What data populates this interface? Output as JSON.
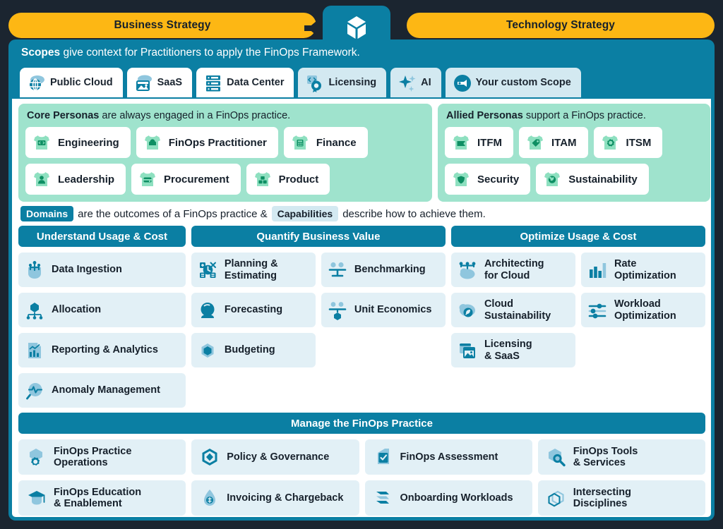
{
  "colors": {
    "background": "#1b2530",
    "accent_gold": "#FDB714",
    "accent_teal": "#0b7fa3",
    "persona_green": "#9fe3cd",
    "capability_blue": "#e2f0f6",
    "tab_inactive": "#d3e9f1",
    "text_dark": "#16202b"
  },
  "header": {
    "left_banner": "Business Strategy",
    "right_banner": "Technology Strategy",
    "center_logo_name": "finops-cube-logo"
  },
  "scopes": {
    "caption_bold": "Scopes",
    "caption_rest": " give context for Practitioners to apply the FinOps Framework.",
    "tabs": [
      {
        "label": "Public Cloud",
        "icon": "cloud-globe-icon",
        "state": "active"
      },
      {
        "label": "SaaS",
        "icon": "cloud-image-icon",
        "state": "active"
      },
      {
        "label": "Data Center",
        "icon": "server-rack-icon",
        "state": "active"
      },
      {
        "label": "Licensing",
        "icon": "code-badge-icon",
        "state": "inactive"
      },
      {
        "label": "AI",
        "icon": "sparkle-icon",
        "state": "inactive"
      },
      {
        "label": "Your custom Scope",
        "icon": "custom-scope-icon",
        "state": "inactive"
      }
    ]
  },
  "personas": {
    "core": {
      "caption_bold": "Core Personas",
      "caption_rest": " are always engaged in a FinOps practice.",
      "items": [
        {
          "label": "Engineering",
          "icon": "tshirt-code-icon"
        },
        {
          "label": "FinOps Practitioner",
          "icon": "tshirt-finops-icon"
        },
        {
          "label": "Finance",
          "icon": "tshirt-calculator-icon"
        },
        {
          "label": "Leadership",
          "icon": "tshirt-person-icon"
        },
        {
          "label": "Procurement",
          "icon": "tshirt-wallet-icon"
        },
        {
          "label": "Product",
          "icon": "tshirt-blocks-icon"
        }
      ]
    },
    "allied": {
      "caption_bold": "Allied Personas",
      "caption_rest": " support a FinOps practice.",
      "items": [
        {
          "label": "ITFM",
          "icon": "tshirt-money-icon"
        },
        {
          "label": "ITAM",
          "icon": "tshirt-tag-icon"
        },
        {
          "label": "ITSM",
          "icon": "tshirt-gear-icon"
        },
        {
          "label": "Security",
          "icon": "tshirt-shield-icon"
        },
        {
          "label": "Sustainability",
          "icon": "tshirt-leaf-icon"
        }
      ]
    }
  },
  "domains_caption": {
    "badge_domains": "Domains",
    "text_mid": "are the outcomes of a FinOps practice &",
    "badge_capabilities": "Capabilities",
    "text_end": "describe how to achieve them."
  },
  "domains": [
    {
      "title": "Understand Usage & Cost",
      "capabilities": [
        {
          "label": "Data Ingestion",
          "icon": "data-ingestion-icon"
        },
        {
          "label": "Allocation",
          "icon": "allocation-icon"
        },
        {
          "label": "Reporting & Analytics",
          "icon": "reporting-analytics-icon"
        },
        {
          "label": "Anomaly Management",
          "icon": "anomaly-management-icon"
        }
      ]
    },
    {
      "title": "Quantify Business Value",
      "columns": [
        [
          {
            "label": "Planning &\nEstimating",
            "icon": "planning-estimating-icon"
          },
          {
            "label": "Forecasting",
            "icon": "forecasting-icon"
          },
          {
            "label": "Budgeting",
            "icon": "budgeting-icon"
          }
        ],
        [
          {
            "label": "Benchmarking",
            "icon": "benchmarking-icon"
          },
          {
            "label": "Unit Economics",
            "icon": "unit-economics-icon"
          }
        ]
      ]
    },
    {
      "title": "Optimize Usage & Cost",
      "columns": [
        [
          {
            "label": "Architecting\nfor Cloud",
            "icon": "architecting-cloud-icon"
          },
          {
            "label": "Cloud\nSustainability",
            "icon": "cloud-sustainability-icon"
          },
          {
            "label": "Licensing\n& SaaS",
            "icon": "licensing-saas-icon"
          }
        ],
        [
          {
            "label": "Rate\nOptimization",
            "icon": "rate-optimization-icon"
          },
          {
            "label": "Workload\nOptimization",
            "icon": "workload-optimization-icon"
          }
        ]
      ]
    }
  ],
  "manage": {
    "title": "Manage the FinOps Practice",
    "rows": [
      [
        {
          "label": "FinOps Practice\nOperations",
          "icon": "practice-operations-icon"
        },
        {
          "label": "Policy & Governance",
          "icon": "policy-governance-icon"
        },
        {
          "label": "FinOps Assessment",
          "icon": "assessment-icon"
        },
        {
          "label": "FinOps Tools\n& Services",
          "icon": "tools-services-icon"
        }
      ],
      [
        {
          "label": "FinOps Education\n& Enablement",
          "icon": "education-enablement-icon"
        },
        {
          "label": "Invoicing & Chargeback",
          "icon": "invoicing-chargeback-icon"
        },
        {
          "label": "Onboarding Workloads",
          "icon": "onboarding-workloads-icon"
        },
        {
          "label": "Intersecting\nDisciplines",
          "icon": "intersecting-disciplines-icon"
        }
      ]
    ]
  }
}
